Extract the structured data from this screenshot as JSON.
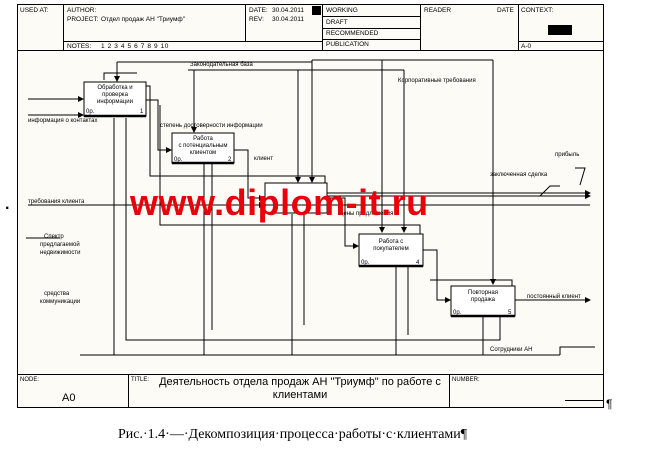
{
  "header": {
    "used_at_label": "USED AT:",
    "author_label": "AUTHOR:",
    "project_label": "PROJECT:",
    "project_value": "Отдел продаж АН \"Триумф\"",
    "notes_label": "NOTES:",
    "notes_value": "1 2 3 4 5 6 7 8 9 10",
    "date_label": "DATE:",
    "date_value": "30.04.2011",
    "rev_label": "REV:",
    "rev_value": "30.04.2011",
    "status": [
      "WORKING",
      "DRAFT",
      "RECOMMENDED",
      "PUBLICATION"
    ],
    "reader_label": "READER",
    "date2_label": "DATE",
    "context_label": "CONTEXT:",
    "context_node": "A-0"
  },
  "boxes": [
    {
      "label_lines": [
        "Обработка и",
        "проверка",
        "информации"
      ],
      "cost": "0р.",
      "num": "1"
    },
    {
      "label_lines": [
        "Работа",
        "с потенциальным",
        "клиентом"
      ],
      "cost": "0р.",
      "num": "2"
    },
    {
      "label_lines": [],
      "cost": "",
      "num": ""
    },
    {
      "label_lines": [
        "Работа с",
        "покупателем"
      ],
      "cost": "0р.",
      "num": "4"
    },
    {
      "label_lines": [
        "Повторная",
        "продажа"
      ],
      "cost": "0р.",
      "num": "5"
    }
  ],
  "arrows": {
    "legislation": "Законодательная база",
    "corporate": "Корпоративные требования",
    "contact_info": "информация о контактах",
    "reliability": "степень достоверности информации",
    "client": "клиент",
    "profit": "прибыль",
    "deal": "заключенная сделка",
    "client_req": "требования клиента",
    "offer": "цены предложения",
    "spectrum_1": "Спектр",
    "spectrum_2": "предлагаемой",
    "spectrum_3": "недвижимости",
    "comm_1": "средства",
    "comm_2": "коммуникации",
    "regular": "постоянный клиент",
    "staff": "Сотрудники АН"
  },
  "footer": {
    "node_label": "NODE:",
    "node_value": "A0",
    "title_label": "TITLE:",
    "title_value": "Деятельность отдела продаж  АН \"Триумф\" по работе  с клиентами",
    "number_label": "NUMBER:"
  },
  "watermark": "www.diplom-it.ru",
  "caption": "Рис.·1.4·—·Декомпозиция·процесса·работы·с·клиентами¶",
  "pilcrow": "¶",
  "bullet": "·"
}
